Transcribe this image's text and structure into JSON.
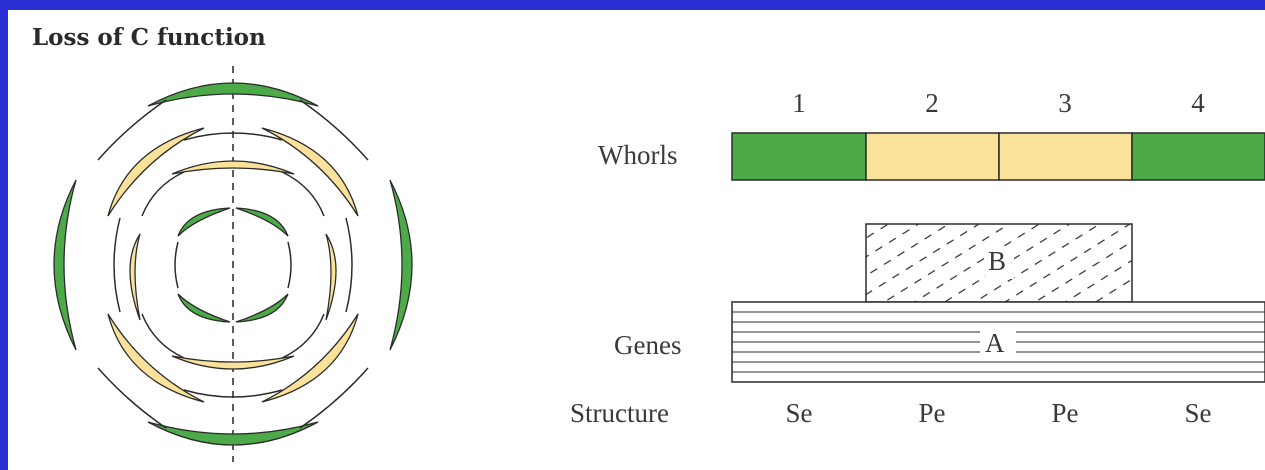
{
  "title": "Loss of C function",
  "whorl_numbers": [
    "1",
    "2",
    "3",
    "4"
  ],
  "row_labels": {
    "whorls": "Whorls",
    "genes": "Genes",
    "structure": "Structure"
  },
  "genes": {
    "a": "A",
    "b": "B"
  },
  "structures": [
    "Se",
    "Pe",
    "Pe",
    "Se"
  ],
  "colors": {
    "background": "#2a2fd4",
    "sepal_green": "#4caa48",
    "petal_yellow": "#fbe29a",
    "outline": "#2b2b2b"
  }
}
